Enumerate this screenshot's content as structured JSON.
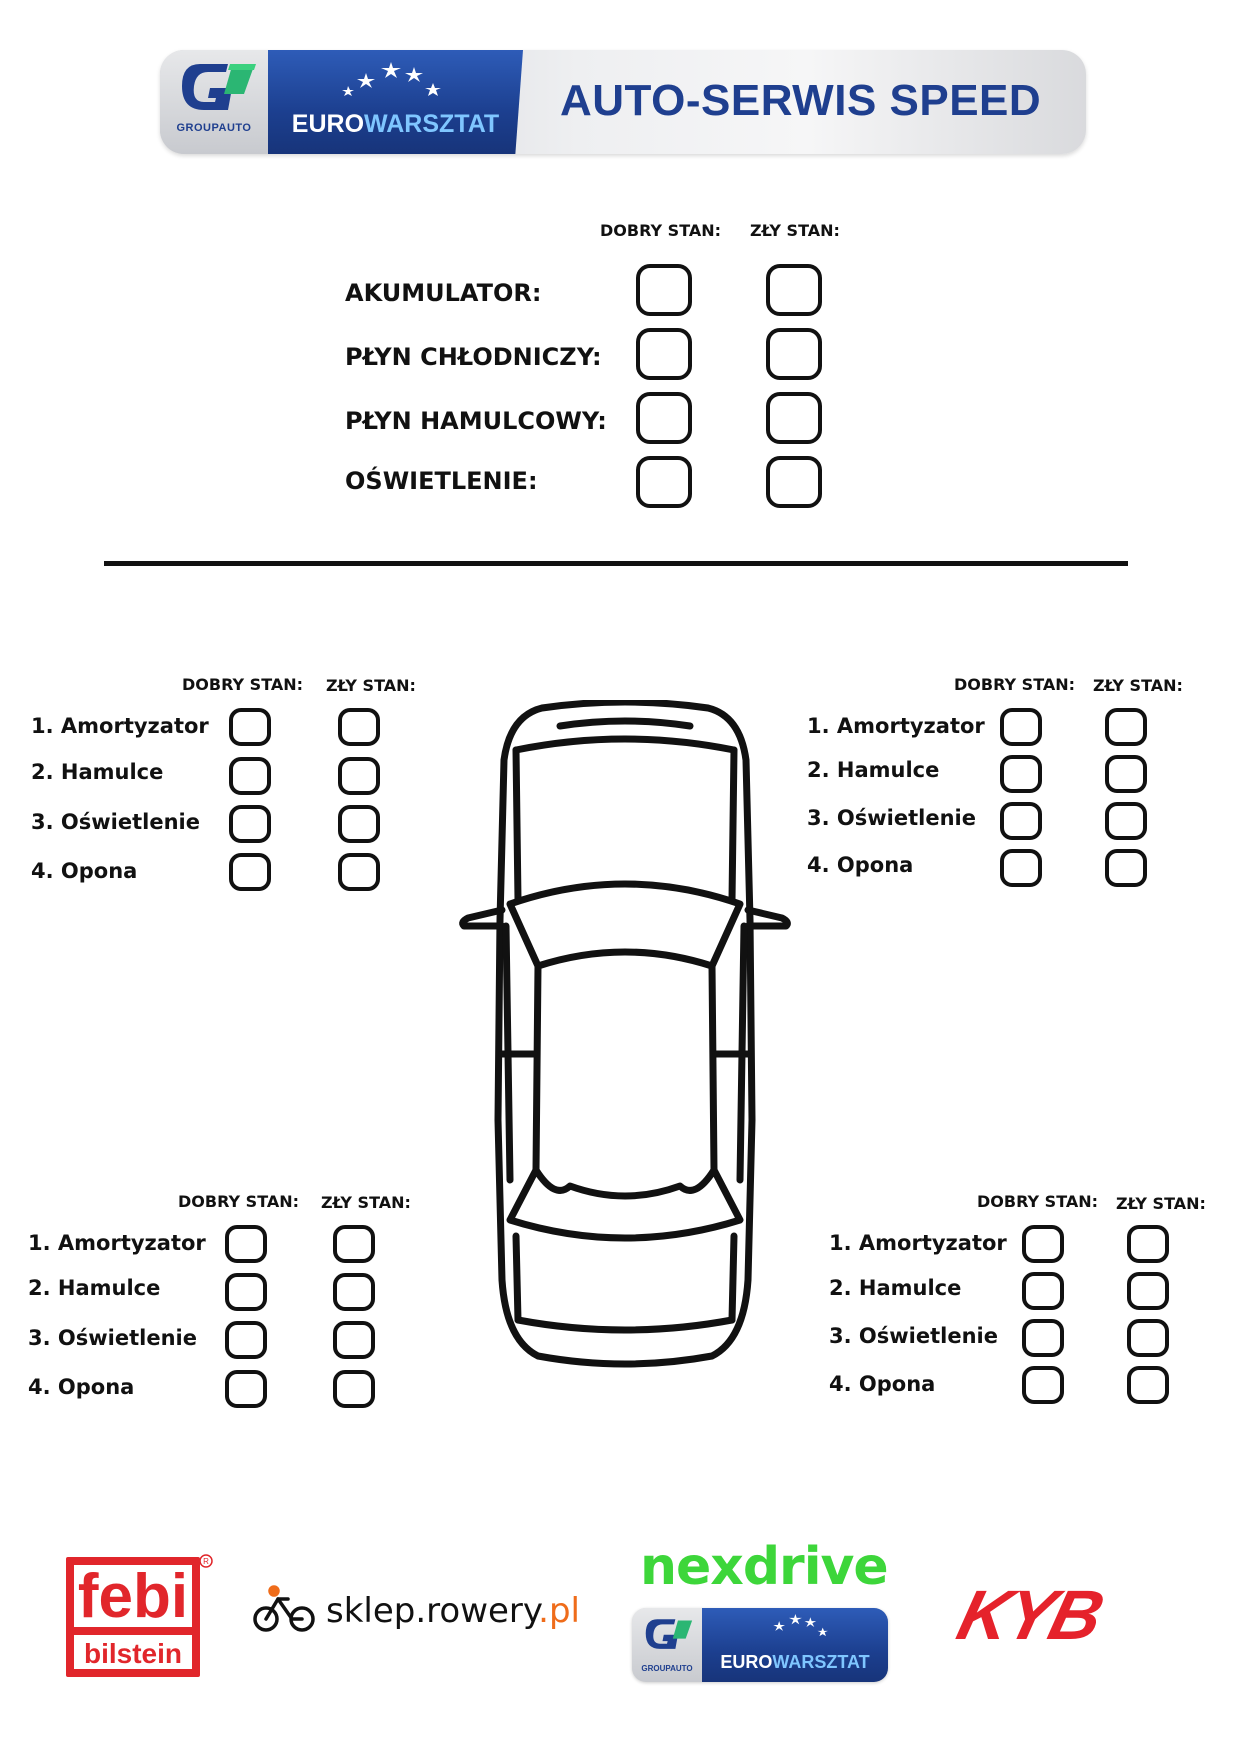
{
  "header": {
    "group_caption": "GROUPAUTO",
    "euro_prefix": "EURO",
    "euro_suffix": "WARSZTAT",
    "title": "AUTO-SERWIS SPEED"
  },
  "columns": {
    "good": "DOBRY STAN:",
    "bad": "ZŁY STAN:"
  },
  "top_checklist": [
    {
      "label": "AKUMULATOR:"
    },
    {
      "label": "PŁYN CHŁODNICZY:"
    },
    {
      "label": "PŁYN HAMULCOWY:"
    },
    {
      "label": "OŚWIETLENIE:"
    }
  ],
  "wheel_items": [
    "1. Amortyzator",
    "2. Hamulce",
    "3. Oświetlenie",
    "4. Opona"
  ],
  "footer": {
    "febi_top": "febi",
    "febi_bottom": "bilstein",
    "sklep_main": "sklep.rowery",
    "sklep_tld": ".pl",
    "nexdrive": "nexdrive",
    "kyb": "KYB",
    "mini_caption": "GROUPAUTO",
    "mini_euro_prefix": "EURO",
    "mini_euro_suffix": "WARSZTAT"
  },
  "colors": {
    "brand_blue": "#1f3f8f",
    "nexdrive_green": "#3dd63a",
    "kyb_red": "#e5222b",
    "febi_red": "#e1262b",
    "sklep_orange": "#ef6c1a"
  }
}
